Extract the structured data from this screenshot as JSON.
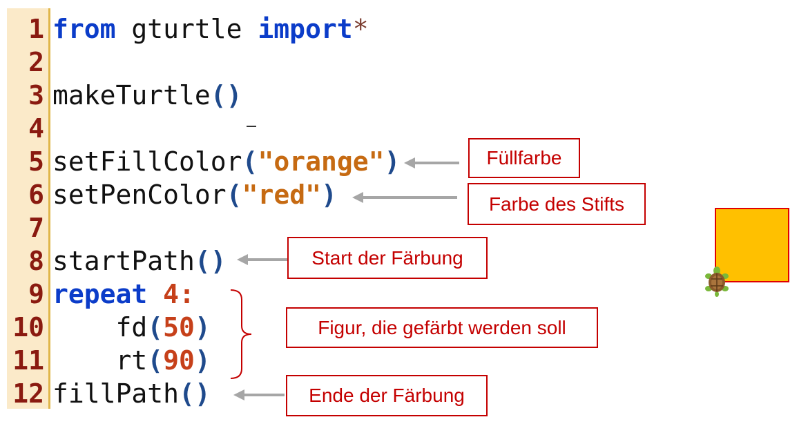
{
  "lines": [
    {
      "n": "1",
      "from": "from",
      "mod": " gturtle ",
      "imp": "import",
      "star": "*"
    },
    {
      "n": "2"
    },
    {
      "n": "3",
      "fn": "makeTurtle",
      "o": "(",
      "c": ")"
    },
    {
      "n": "4"
    },
    {
      "n": "5",
      "fn": "setFillColor",
      "o": "(",
      "s": "\"orange\"",
      "c": ")"
    },
    {
      "n": "6",
      "fn": "setPenColor",
      "o": "(",
      "s": "\"red\"",
      "c": ")"
    },
    {
      "n": "7"
    },
    {
      "n": "8",
      "fn": "startPath",
      "o": "(",
      "c": ")"
    },
    {
      "n": "9",
      "kw": "repeat",
      "sp": " ",
      "num": "4",
      "colon": ":"
    },
    {
      "n": "10",
      "fn": "    fd",
      "o": "(",
      "num": "50",
      "c": ")"
    },
    {
      "n": "11",
      "fn": "    rt",
      "o": "(",
      "num": "90",
      "c": ")"
    },
    {
      "n": "12",
      "fn": "fillPath",
      "o": "(",
      "c": ")"
    }
  ],
  "callouts": {
    "fill_color": "Füllfarbe",
    "pen_color": "Farbe des Stifts",
    "start_fill": "Start der Färbung",
    "figure": "Figur, die gefärbt werden soll",
    "end_fill": "Ende der Färbung"
  },
  "colors": {
    "square_fill": "#ffc000",
    "square_border": "#e00000",
    "callout_text": "#c40000",
    "arrow": "#a6a6a6"
  },
  "icons": {
    "turtle": "turtle-icon"
  }
}
